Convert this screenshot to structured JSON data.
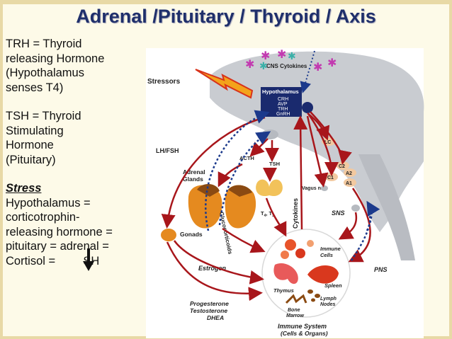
{
  "title": "Adrenal /Pituitary / Thyroid / Axis",
  "left_text": {
    "trh": [
      "TRH = Thyroid",
      "releasing Hormone",
      "(Hypothalamus",
      "senses T4)"
    ],
    "tsh": [
      "TSH = Thyroid",
      "Stimulating",
      "Hormone",
      "(Pituitary)"
    ],
    "stress_heading": "Stress",
    "stress_lines": [
      "Hypothalamus =",
      "corticotrophin-",
      "releasing hormone =",
      "pituitary = adrenal ="
    ],
    "cortisol_prefix": "Cortisol =",
    "cortisol_suffix": "SH"
  },
  "diagram": {
    "cns_cytokines": "CNS Cytokines",
    "stressors": "Stressors",
    "hypothalamus": "Hypothalamus",
    "hypo_hormones": [
      "CRH",
      "AVP",
      "TRH",
      "GnRH"
    ],
    "lc": "LC",
    "c2": "C2",
    "a2": "A2",
    "c1": "C1",
    "a1": "A1",
    "lh_fsh": "LH/FSH",
    "acth": "ACTH",
    "tsh": "TSH",
    "adrenal_glands": [
      "Adrenal",
      "Glands"
    ],
    "cytokines": "Cytokines",
    "vagus": "Vagus n.",
    "t4t3": "T",
    "t4_sub": "4",
    "t3_prefix": "T",
    "t3_sub": "3",
    "glucocorticoids": "Glucocorticoids",
    "gonads": "Gonads",
    "sns": "SNS",
    "estrogen": "Estrogen",
    "immune_cells": [
      "Immune",
      "Cells"
    ],
    "thymus": "Thymus",
    "spleen": "Spleen",
    "pns": "PNS",
    "lymph_nodes": [
      "Lymph",
      "Nodes"
    ],
    "bone_marrow": [
      "Bone",
      "Marrow"
    ],
    "sex_hormones": [
      "Progesterone",
      "Testosterone",
      "DHEA"
    ],
    "immune_system": [
      "Immune System",
      "(Cells & Organs)"
    ]
  },
  "colors": {
    "title": "#1f2f6b",
    "arrow_red": "#a8161b",
    "arrow_blue": "#1c3a8c",
    "hypothalamus": "#1a2a6e",
    "adrenal": "#e58a1f",
    "brain": "#c9ccd1"
  }
}
